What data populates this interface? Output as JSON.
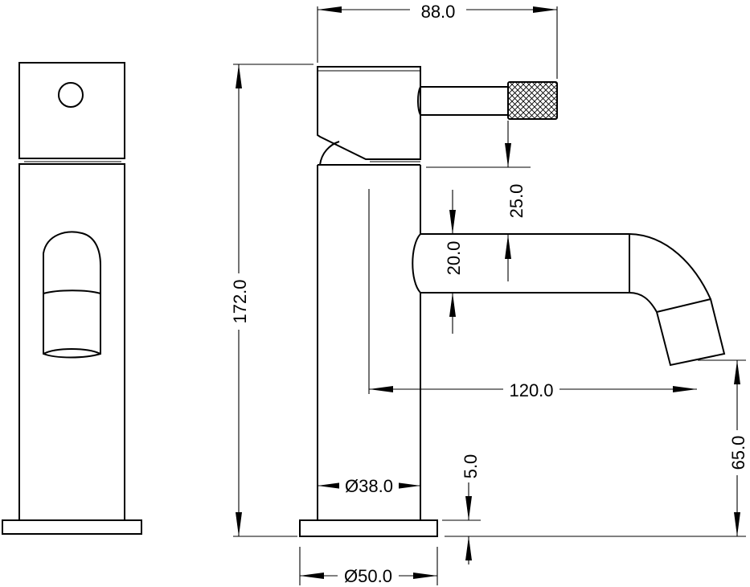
{
  "dimensions": {
    "width_top": "88.0",
    "height_total": "172.0",
    "lever_drop": "25.0",
    "spout_height": "20.0",
    "spout_reach": "120.0",
    "outlet_height": "65.0",
    "base_thickness": "5.0",
    "body_diameter": "Ø38.0",
    "base_diameter": "Ø50.0"
  }
}
